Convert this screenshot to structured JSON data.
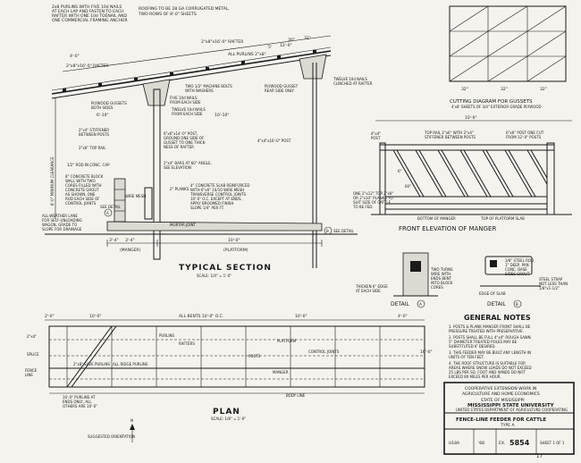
{
  "top_notes": {
    "purlins": [
      "2x8 PURLINS WITH FIVE 10d NAILS",
      "AT EACH LAP AND FASTEN TO EACH",
      "RAFTER WITH ONE 10d TOENAIL AND",
      "ONE COMMERCIAL FRAMING ANCHOR"
    ],
    "roofing": [
      "ROOFING TO BE 28 GA CORRUGATED METAL,",
      "TWO ROWS OF 8'-0\" SHEETS"
    ],
    "rafter_top": "2\"x8\"x16'-0\" RAFTER",
    "rafter_left": "2\"x8\"x16'-0\" RAFTER",
    "all_purlins": "ALL PURLINS 2\"x8\"",
    "dim_top_4": "4'-0\"",
    "dim_top_5": "5'",
    "dim_top_12": "12'-0\"",
    "dim_top_30": "30\"",
    "dim_top_32": "32\""
  },
  "section_notes": {
    "bolts": [
      "TWO 1/2\" MACHINE BOLTS",
      "WITH WASHERS"
    ],
    "plywood_left": [
      "PLYWOOD GUSSETS",
      "BOTH SIDES"
    ],
    "nails_five": [
      "FIVE 10d NAILS",
      "FROM EACH SIDE"
    ],
    "nails_twelve": [
      "TWELVE 10d NAILS",
      "FROM EACH SIDE"
    ],
    "plywood_right": [
      "PLYWOOD GUSSET",
      "REAR SIDE ONLY"
    ],
    "nails_clinched": [
      "TWELVE 10d NAILS",
      "CLINCHED AT RAFTER"
    ],
    "dim_6_10": "6'-10\"",
    "dim_10_10": "10'-10\"",
    "clearance": "8'-0\" MINIMUM CLEARANCE",
    "stiffener": [
      "2\"x4\" STIFFENER",
      "BETWEEN POSTS"
    ],
    "top_rail": "2\"x6\" TOP RAIL",
    "post_left": [
      "6\"x6\"x14'-0\" POST,",
      "GROUND ONE SIDE OF",
      "GUSSET TO ONE THICK-",
      "NESS OF RAFTER"
    ],
    "bars": [
      "2\"x4\" BARS AT 60° ANGLE,",
      "SEE ELEVATION"
    ],
    "post_right": "4\"x4\"x16'-0\" POST",
    "rod": "1/2\" ROD IN CONC. CAP",
    "block_wall": [
      "8\" CONCRETE BLOCK",
      "WALL WITH TWO",
      "CORES FILLED WITH",
      "CONCRETE GROUT",
      "AS SHOWN, ONE",
      "ROD EACH SIDE OF",
      "CONTROL JOINTS"
    ],
    "wire_mesh": "WIRE MESH",
    "planks": "2\" PLANKS",
    "slab": [
      "4\" CONCRETE SLAB REINFORCED",
      "WITH 6\"x6\" 10/10 WIRE MESH",
      "TRANSVERSE CONTROL JOINTS",
      "10'-0\" O.C. EXCEPT AT ENDS,",
      "APPLY BROOMED FINISH",
      "SLOPE 1/4\" PER FT."
    ],
    "see_detail_a": "SEE DETAIL",
    "see_detail_b": "SEE DETAIL",
    "marker_a": "A",
    "marker_b": "B",
    "all_weather": [
      "ALL-WEATHER LANE",
      "FOR SELF-UNLOADING",
      "WAGON, GRADE TO",
      "SLOPE FOR DRAINAGE"
    ],
    "mortar_joint": "MORTAR JOINT",
    "dim_3_4_left": "3'-4\"",
    "dim_3_4": "3'-4\"",
    "dim_10_0": "10'-0\"",
    "manger": "(MANGER)",
    "platform": "(PLATFORM)",
    "title": "TYPICAL SECTION",
    "scale": "SCALE: 1/4\" = 1'-0\""
  },
  "gusset": {
    "title": "CUTTING DIAGRAM FOR GUSSETS",
    "subtitle": "4'x8' SHEETS OF 3/4\" EXTERIOR GRADE PLYWOOD",
    "dims": [
      "32\"",
      "32\"",
      "32\""
    ]
  },
  "elevation": {
    "dim_10_0": "10'-0\"",
    "post_left": [
      "4\"x4\"",
      "POST"
    ],
    "top_rail": [
      "TOP RAIL 2\"x6\" WITH 2\"x4\"",
      "STIFFENER BETWEEN POSTS"
    ],
    "post_right": [
      "6\"x6\" POST ONE CUT",
      "FROM 12'-0\" POSTS"
    ],
    "dim_6": "6\"",
    "dim_60": "60°",
    "planks_note": [
      "ONE 2\"x12\" TOP 2\"x8\"",
      "OR 2\"x10\" PLANKS TO",
      "SUIT SIZE OF CATTLE",
      "TO BE FED."
    ],
    "bottom_manger": "BOTTOM OF MANGER",
    "top_slab": "TOP OF PLATFORM SLAB",
    "title": "FRONT ELEVATION OF MANGER"
  },
  "details": {
    "a_note_left": [
      "THICKEN 6\" EDGE",
      "AT EACH SIDE"
    ],
    "a_note_right": [
      "TWO TURNS",
      "WIRE WITH",
      "ENDS BENT",
      "INTO BLOCK",
      "CORES"
    ],
    "b_note_top": [
      "3/8\" STEEL ROD",
      "1\" DEEP, PAN",
      "CONC. BASE",
      "SIDES GROUT"
    ],
    "b_edge_slab": "EDGE OF SLAB",
    "b_steel_strap": [
      "STEEL STRAP",
      "NOT LESS THAN",
      "1/8\"x1-1/2\""
    ],
    "title_a": "DETAIL",
    "title_b": "DETAIL",
    "letter_a": "A",
    "letter_b": "B"
  },
  "notes": {
    "title": "GENERAL NOTES",
    "items": [
      [
        "1. POSTS & PLANK MANGER FRONT SHALL BE",
        "PRESSURE-TREATED WITH PRESERVATIVE."
      ],
      [
        "2. POSTS SHALL BE FULL 4\"x4\" ROUGH SAWN.",
        "5\" DIAMETER TREATED POLES MAY BE",
        "SUBSTITUTED IF DESIRED."
      ],
      [
        "3. THIS FEEDER MAY BE BUILT ANY LENGTH IN",
        "UNITS OF TEN FEET."
      ],
      [
        "4. THE ROOF STRUCTURE IS SUITABLE FOR",
        "AREAS WHERE SNOW LOADS DO NOT EXCEED",
        "25 LBS PER SQ. FOOT AND WINDS DO NOT",
        "EXCEED 80 MILES PER HOUR."
      ]
    ]
  },
  "plan": {
    "dims_top": [
      "2'-0\"",
      "10'-0\"",
      "ALL BENTS 10'-0\" O.C.",
      "10'-0\"",
      "4'-0\""
    ],
    "dim_right": "16'-0\"",
    "dim_left_top": "2\"x4\"",
    "purlins": "PURLINS",
    "rafters": "RAFTERS",
    "platform": "PLATFORM",
    "posts": "POSTS",
    "manger": "MANGER",
    "control_joints": "CONTROL JOINTS",
    "splice": "SPLICE",
    "fence_line": [
      "FENCE",
      "LINE"
    ],
    "eave_purlins": "2\"x8\" EAVE PURLINS",
    "ridge_purlins": "ALL RIDGE PURLINS",
    "purlins_note": [
      "16'-0\" PURLINS AT",
      "ENDS ONLY, ALL",
      "OTHERS ARE 10'-0\""
    ],
    "body_line": "BODY LINE",
    "title": "PLAN",
    "scale": "SCALE: 1/8\" = 1'-0\"",
    "orientation": "SUGGESTED ORIENTATION",
    "north": "N"
  },
  "title_block": {
    "line1": "COOPERATIVE EXTENSION WORK IN",
    "line2": "AGRICULTURE AND HOME ECONOMICS",
    "line3": "STATE OF MISSISSIPPI",
    "line4": "MISSISSIPPI STATE UNIVERSITY",
    "line5": "UNITED STATES DEPARTMENT OF AGRICULTURE COOPERATING",
    "title": "FENCE-LINE FEEDER FOR CATTLE",
    "type": "TYPE A",
    "code": "U18A",
    "year": "'68",
    "ex_label": "EX.",
    "number": "5854",
    "sheet": "SHEET 1 OF 1"
  },
  "margin_mark": "17"
}
